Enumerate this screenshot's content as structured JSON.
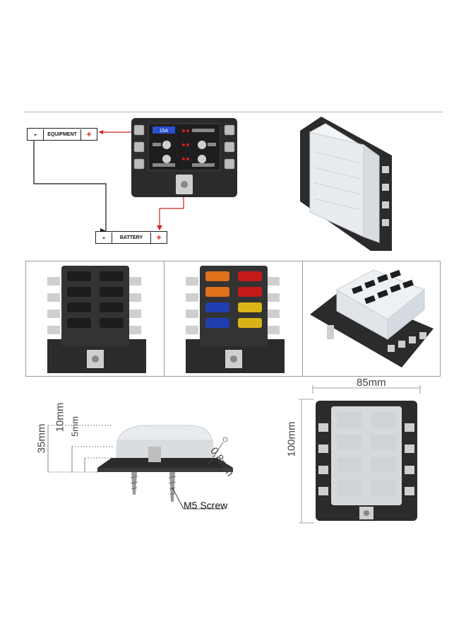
{
  "wiring": {
    "equipment_label": "EQUIPMENT",
    "battery_label": "BATTERY",
    "minus": "-",
    "plus": "+",
    "fuse_rating": "15A"
  },
  "dimensions": {
    "height_total": "35mm",
    "height_base": "10mm",
    "height_plate": "5mm",
    "hole_dia": "0.8mm",
    "screw_label": "M5 Screw",
    "width": "85mm",
    "length": "100mm"
  },
  "colors": {
    "wire_red": "#d42020",
    "box_black": "#2b2b2b",
    "cover_clear": "#e9ecef",
    "fuse_orange": "#e0701a",
    "fuse_red": "#c41a1a",
    "fuse_blue": "#1f3fb0",
    "fuse_yellow": "#d9b418",
    "rule_gray": "#b4b4b4"
  }
}
